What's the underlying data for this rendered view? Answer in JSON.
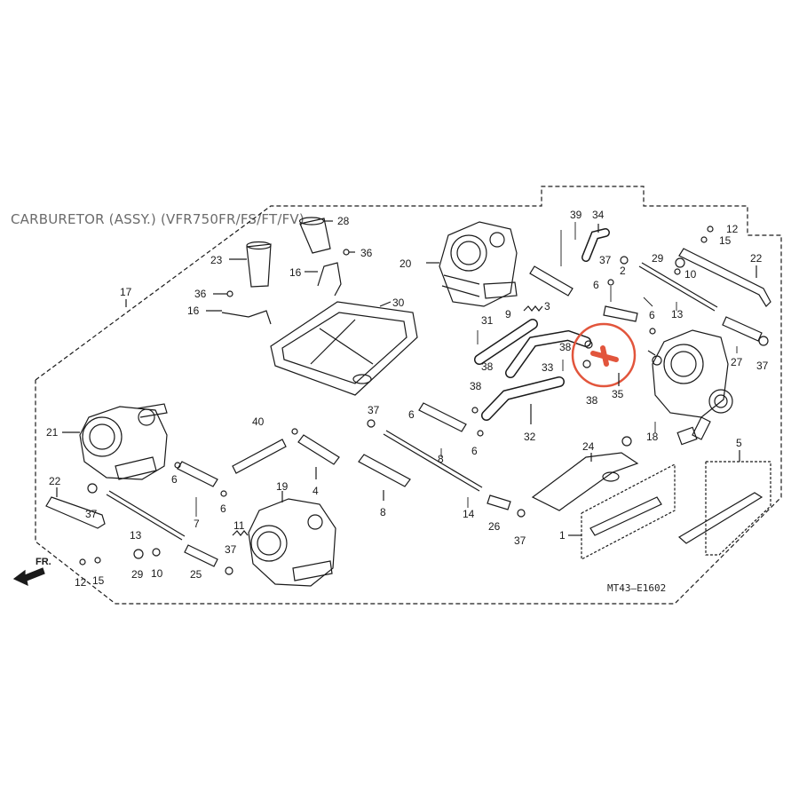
{
  "title": "CARBURETOR (ASSY.) (VFR750FR/FS/FT/FV)",
  "diagram_code": "MT43–E1602",
  "front_label": "FR.",
  "callouts": {
    "c39": "39",
    "c34": "34",
    "c28": "28",
    "c36a": "36",
    "c23": "23",
    "c16a": "16",
    "c36b": "36",
    "c16b": "16",
    "c30": "30",
    "c20": "20",
    "c17": "17",
    "c12a": "12",
    "c15a": "15",
    "c29a": "29",
    "c10a": "10",
    "c22a": "22",
    "c37a": "37",
    "c2": "2",
    "c6a": "6",
    "c6b": "6",
    "c13a": "13",
    "c9": "9",
    "c3": "3",
    "c31": "31",
    "c38a": "38",
    "c33": "33",
    "c38b": "38",
    "c35": "35",
    "c38c": "38",
    "c27": "27",
    "c37b": "37",
    "c38d": "38",
    "c32": "32",
    "c18": "18",
    "c21": "21",
    "c40": "40",
    "c37c": "37",
    "c6c": "6",
    "c8a": "8",
    "c6d": "6",
    "c24": "24",
    "c5": "5",
    "c22b": "22",
    "c6e": "6",
    "c7": "7",
    "c6f": "6",
    "c19": "19",
    "c4": "4",
    "c8b": "8",
    "c14": "14",
    "c26": "26",
    "c37d": "37",
    "c1": "1",
    "c37e": "37",
    "c37f": "37",
    "c13b": "13",
    "c12b": "12",
    "c15b": "15",
    "c29b": "29",
    "c10b": "10",
    "c25": "25",
    "c11": "11"
  },
  "colors": {
    "line": "#1a1a1a",
    "highlight": "#e2553c",
    "title": "#6b6b6b"
  }
}
